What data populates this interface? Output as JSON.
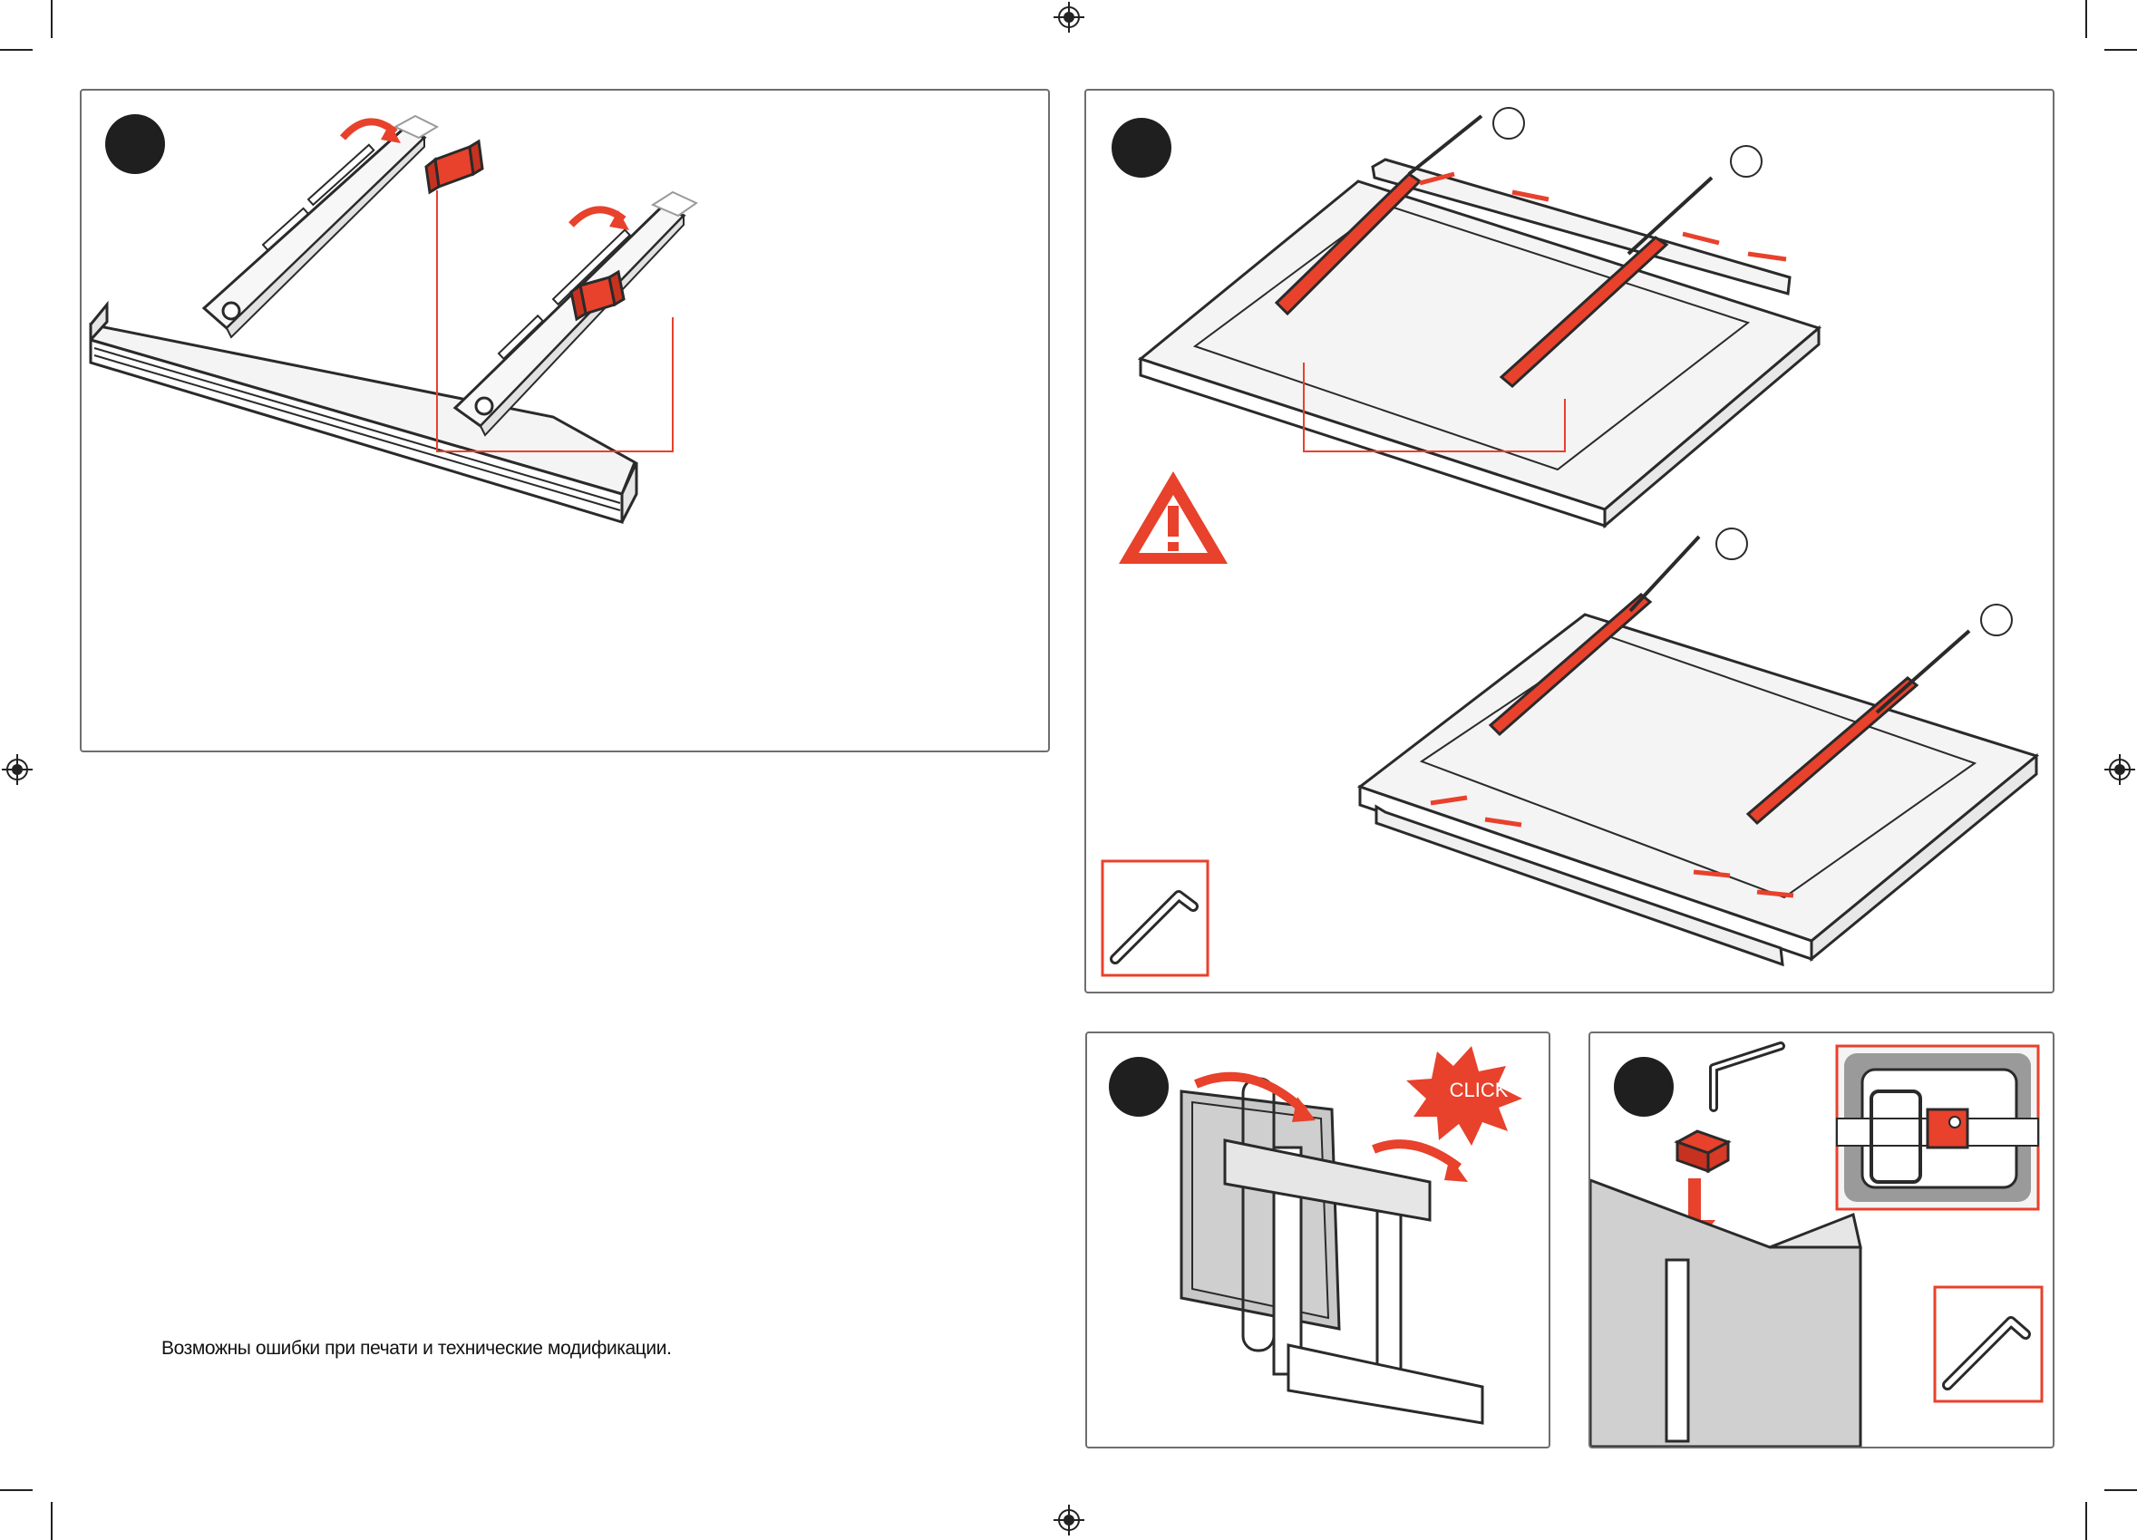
{
  "document": {
    "footnote": "Возможны ошибки при печати и технические модификации."
  },
  "steps": [
    {
      "id": "step-1"
    },
    {
      "id": "step-2"
    },
    {
      "id": "step-3",
      "callout": "CLICK"
    },
    {
      "id": "step-4"
    }
  ],
  "icons": {
    "warning": "warning-triangle-icon",
    "tool": "allen-key-icon",
    "registration": "registration-mark-icon"
  },
  "colors": {
    "accent": "#e8412c",
    "outline": "#2a2a2a",
    "panel_border": "#6e6e6e",
    "badge": "#1f1f1f",
    "screen_gray": "#c8c8c8"
  }
}
